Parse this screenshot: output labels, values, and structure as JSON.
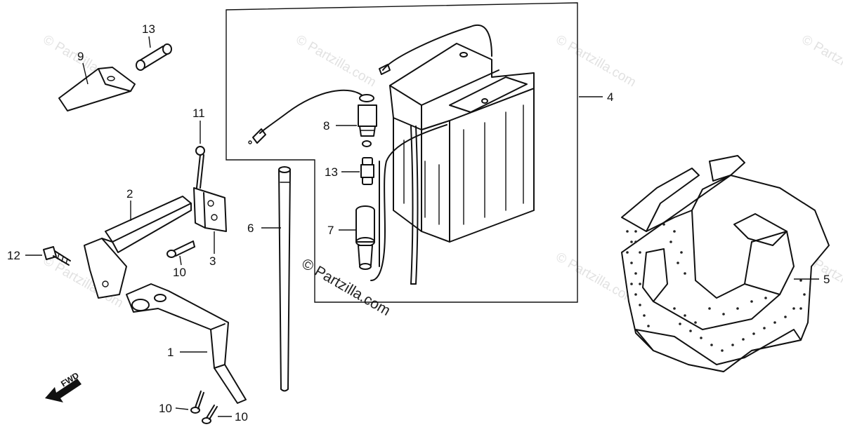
{
  "watermark": {
    "text": "© Partzilla.com",
    "color": "#e2e2e2",
    "center_text": "© Partzilla.com"
  },
  "direction_arrow": {
    "label": "FWD"
  },
  "callouts": [
    {
      "id": "c1",
      "label": "1"
    },
    {
      "id": "c2",
      "label": "2"
    },
    {
      "id": "c3",
      "label": "3"
    },
    {
      "id": "c4",
      "label": "4"
    },
    {
      "id": "c5",
      "label": "5"
    },
    {
      "id": "c6",
      "label": "6"
    },
    {
      "id": "c7",
      "label": "7"
    },
    {
      "id": "c8",
      "label": "8"
    },
    {
      "id": "c9",
      "label": "9"
    },
    {
      "id": "c10a",
      "label": "10"
    },
    {
      "id": "c10b",
      "label": "10"
    },
    {
      "id": "c10c",
      "label": "10"
    },
    {
      "id": "c11",
      "label": "11"
    },
    {
      "id": "c12",
      "label": "12"
    },
    {
      "id": "c13a",
      "label": "13"
    },
    {
      "id": "c13b",
      "label": "13"
    }
  ]
}
